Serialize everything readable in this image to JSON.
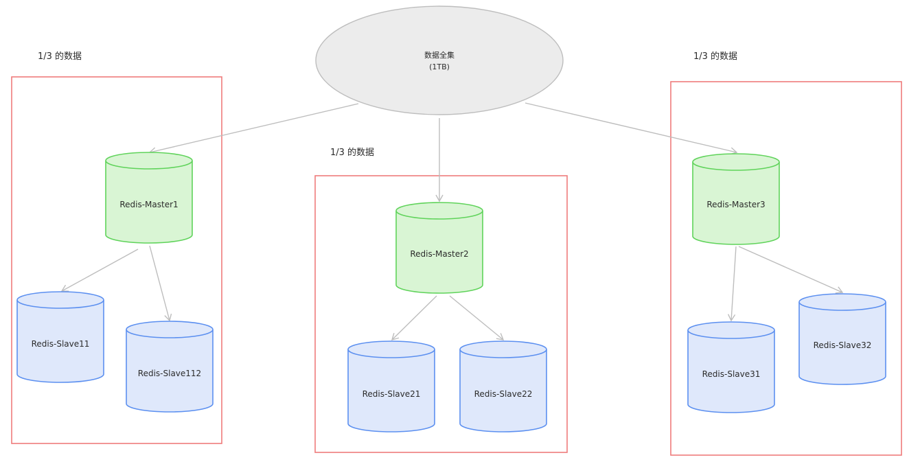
{
  "root": {
    "label": "数据全集",
    "size": "(1TB)"
  },
  "groups": [
    {
      "caption": "1/3 的数据",
      "master": "Redis-Master1",
      "slaves": [
        "Redis-Slave11",
        "Redis-Slave112"
      ]
    },
    {
      "caption": "1/3 的数据",
      "master": "Redis-Master2",
      "slaves": [
        "Redis-Slave21",
        "Redis-Slave22"
      ]
    },
    {
      "caption": "1/3 的数据",
      "master": "Redis-Master3",
      "slaves": [
        "Redis-Slave31",
        "Redis-Slave32"
      ]
    }
  ],
  "colors": {
    "group_border": "#ee7b7b",
    "master_fill": "#d9f5d4",
    "master_stroke": "#5fd35a",
    "slave_fill": "#dfe8fb",
    "slave_stroke": "#5b8ff0",
    "root_fill": "#ececec",
    "root_stroke": "#bdbdbd",
    "connector": "#bdbdbd"
  }
}
